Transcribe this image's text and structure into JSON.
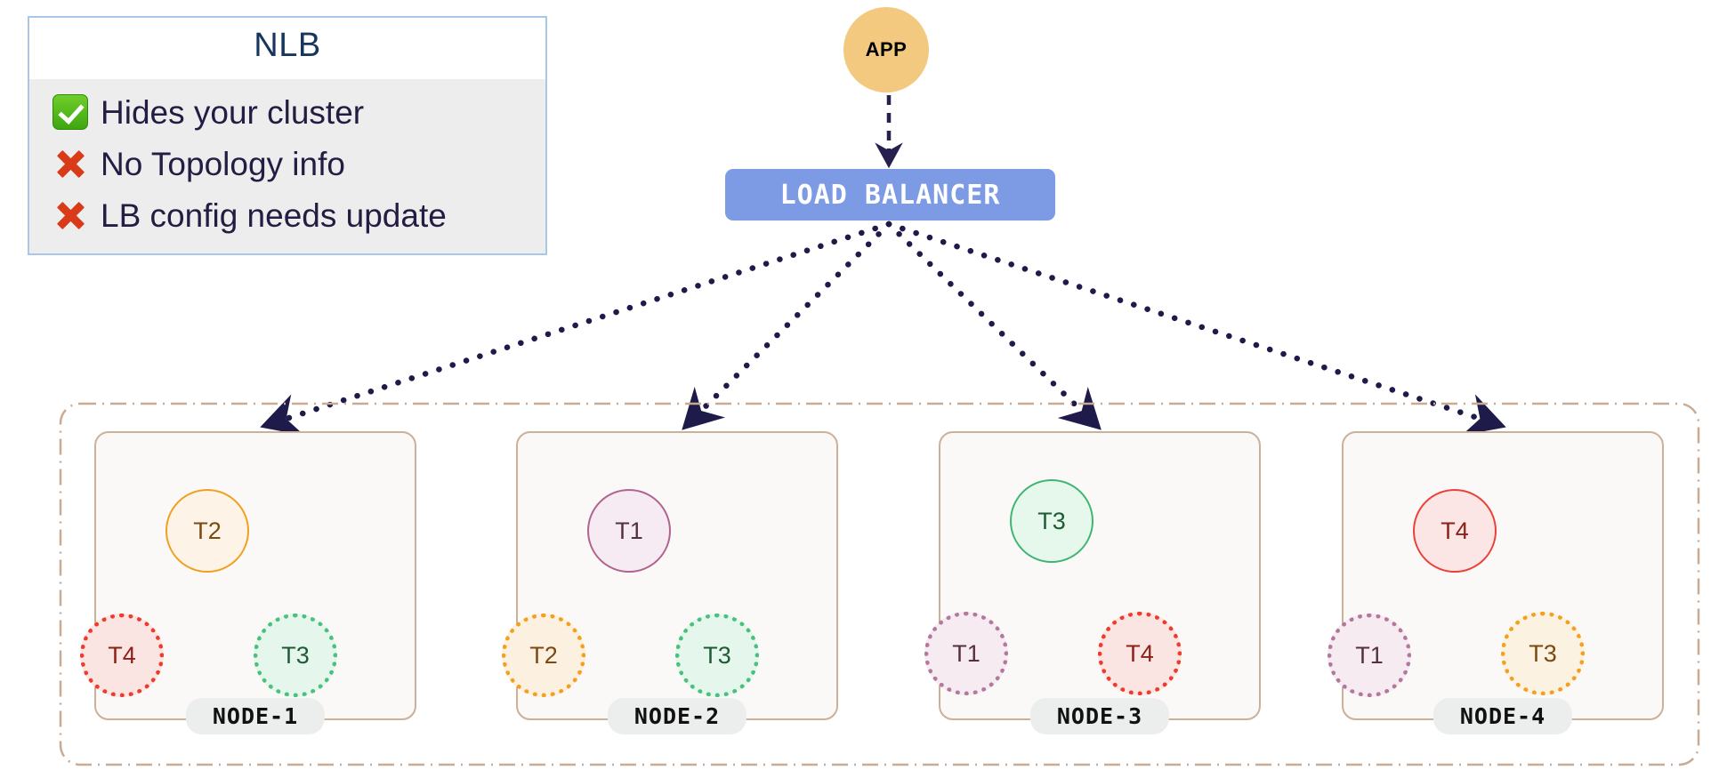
{
  "legend": {
    "title": "NLB",
    "rows": [
      {
        "icon": "check-icon",
        "icon_kind": "check",
        "text": "Hides your cluster"
      },
      {
        "icon": "cross-icon",
        "icon_kind": "cross",
        "text": "No Topology info"
      },
      {
        "icon": "cross-icon",
        "icon_kind": "cross",
        "text": "LB config needs update"
      }
    ],
    "border_color": "#a9c7e8",
    "body_color": "#ededed",
    "title_color": "#17365d",
    "check_color": "#4aab16",
    "cross_color": "#d93a18"
  },
  "app": {
    "label": "APP",
    "fill": "#f3c97f",
    "text_color": "#000000"
  },
  "load_balancer": {
    "label": "LOAD  BALANCER",
    "fill": "#7d9be4",
    "text_color": "#ffffff"
  },
  "connectors": {
    "app_to_lb": {
      "style": "dashed",
      "color": "#26204f"
    },
    "lb_to_nodes": {
      "style": "dotted",
      "color": "#1e1b4b",
      "count": 4
    }
  },
  "cluster": {
    "border_style": "dash-dot",
    "border_color": "#c9ab94"
  },
  "nodes": [
    {
      "label": "NODE-1",
      "tasks": [
        {
          "name": "T2",
          "role": "primary",
          "position": "top",
          "border": "#f0a020",
          "fill": "#fdf3e6",
          "text": "#7a4a10"
        },
        {
          "name": "T4",
          "role": "replica",
          "position": "bottom-left",
          "border": "#ef3b2c",
          "fill": "#fbe5e3",
          "text": "#8c1f16"
        },
        {
          "name": "T3",
          "role": "replica",
          "position": "bottom-right",
          "border": "#49c17c",
          "fill": "#e5f7ec",
          "text": "#1e5b35"
        }
      ]
    },
    {
      "label": "NODE-2",
      "tasks": [
        {
          "name": "T1",
          "role": "primary",
          "position": "top",
          "border": "#b0638f",
          "fill": "#f6ebf2",
          "text": "#55303f"
        },
        {
          "name": "T2",
          "role": "replica",
          "position": "bottom-left",
          "border": "#f4a01f",
          "fill": "#fcf0e0",
          "text": "#7a4a10"
        },
        {
          "name": "T3",
          "role": "replica",
          "position": "bottom-right",
          "border": "#49c17c",
          "fill": "#e5f7ec",
          "text": "#1e5b35"
        }
      ]
    },
    {
      "label": "NODE-3",
      "tasks": [
        {
          "name": "T3",
          "role": "primary",
          "position": "top-high",
          "border": "#3fb573",
          "fill": "#e6f7ec",
          "text": "#1e5b35"
        },
        {
          "name": "T1",
          "role": "replica",
          "position": "bottom-left",
          "border": "#b4789e",
          "fill": "#f5ebf1",
          "text": "#55303f"
        },
        {
          "name": "T4",
          "role": "replica",
          "position": "bottom-right",
          "border": "#ef3b2c",
          "fill": "#fbe5e3",
          "text": "#8c1f16"
        }
      ]
    },
    {
      "label": "NODE-4",
      "tasks": [
        {
          "name": "T4",
          "role": "primary",
          "position": "top",
          "border": "#eb403a",
          "fill": "#fbe6e5",
          "text": "#8c1f16"
        },
        {
          "name": "T1",
          "role": "replica",
          "position": "bottom-left",
          "border": "#b4789e",
          "fill": "#f5ebf1",
          "text": "#55303f"
        },
        {
          "name": "T3",
          "role": "replica",
          "position": "bottom-right",
          "border": "#f4a01f",
          "fill": "#fcf2e2",
          "text": "#7a4a10"
        }
      ]
    }
  ]
}
